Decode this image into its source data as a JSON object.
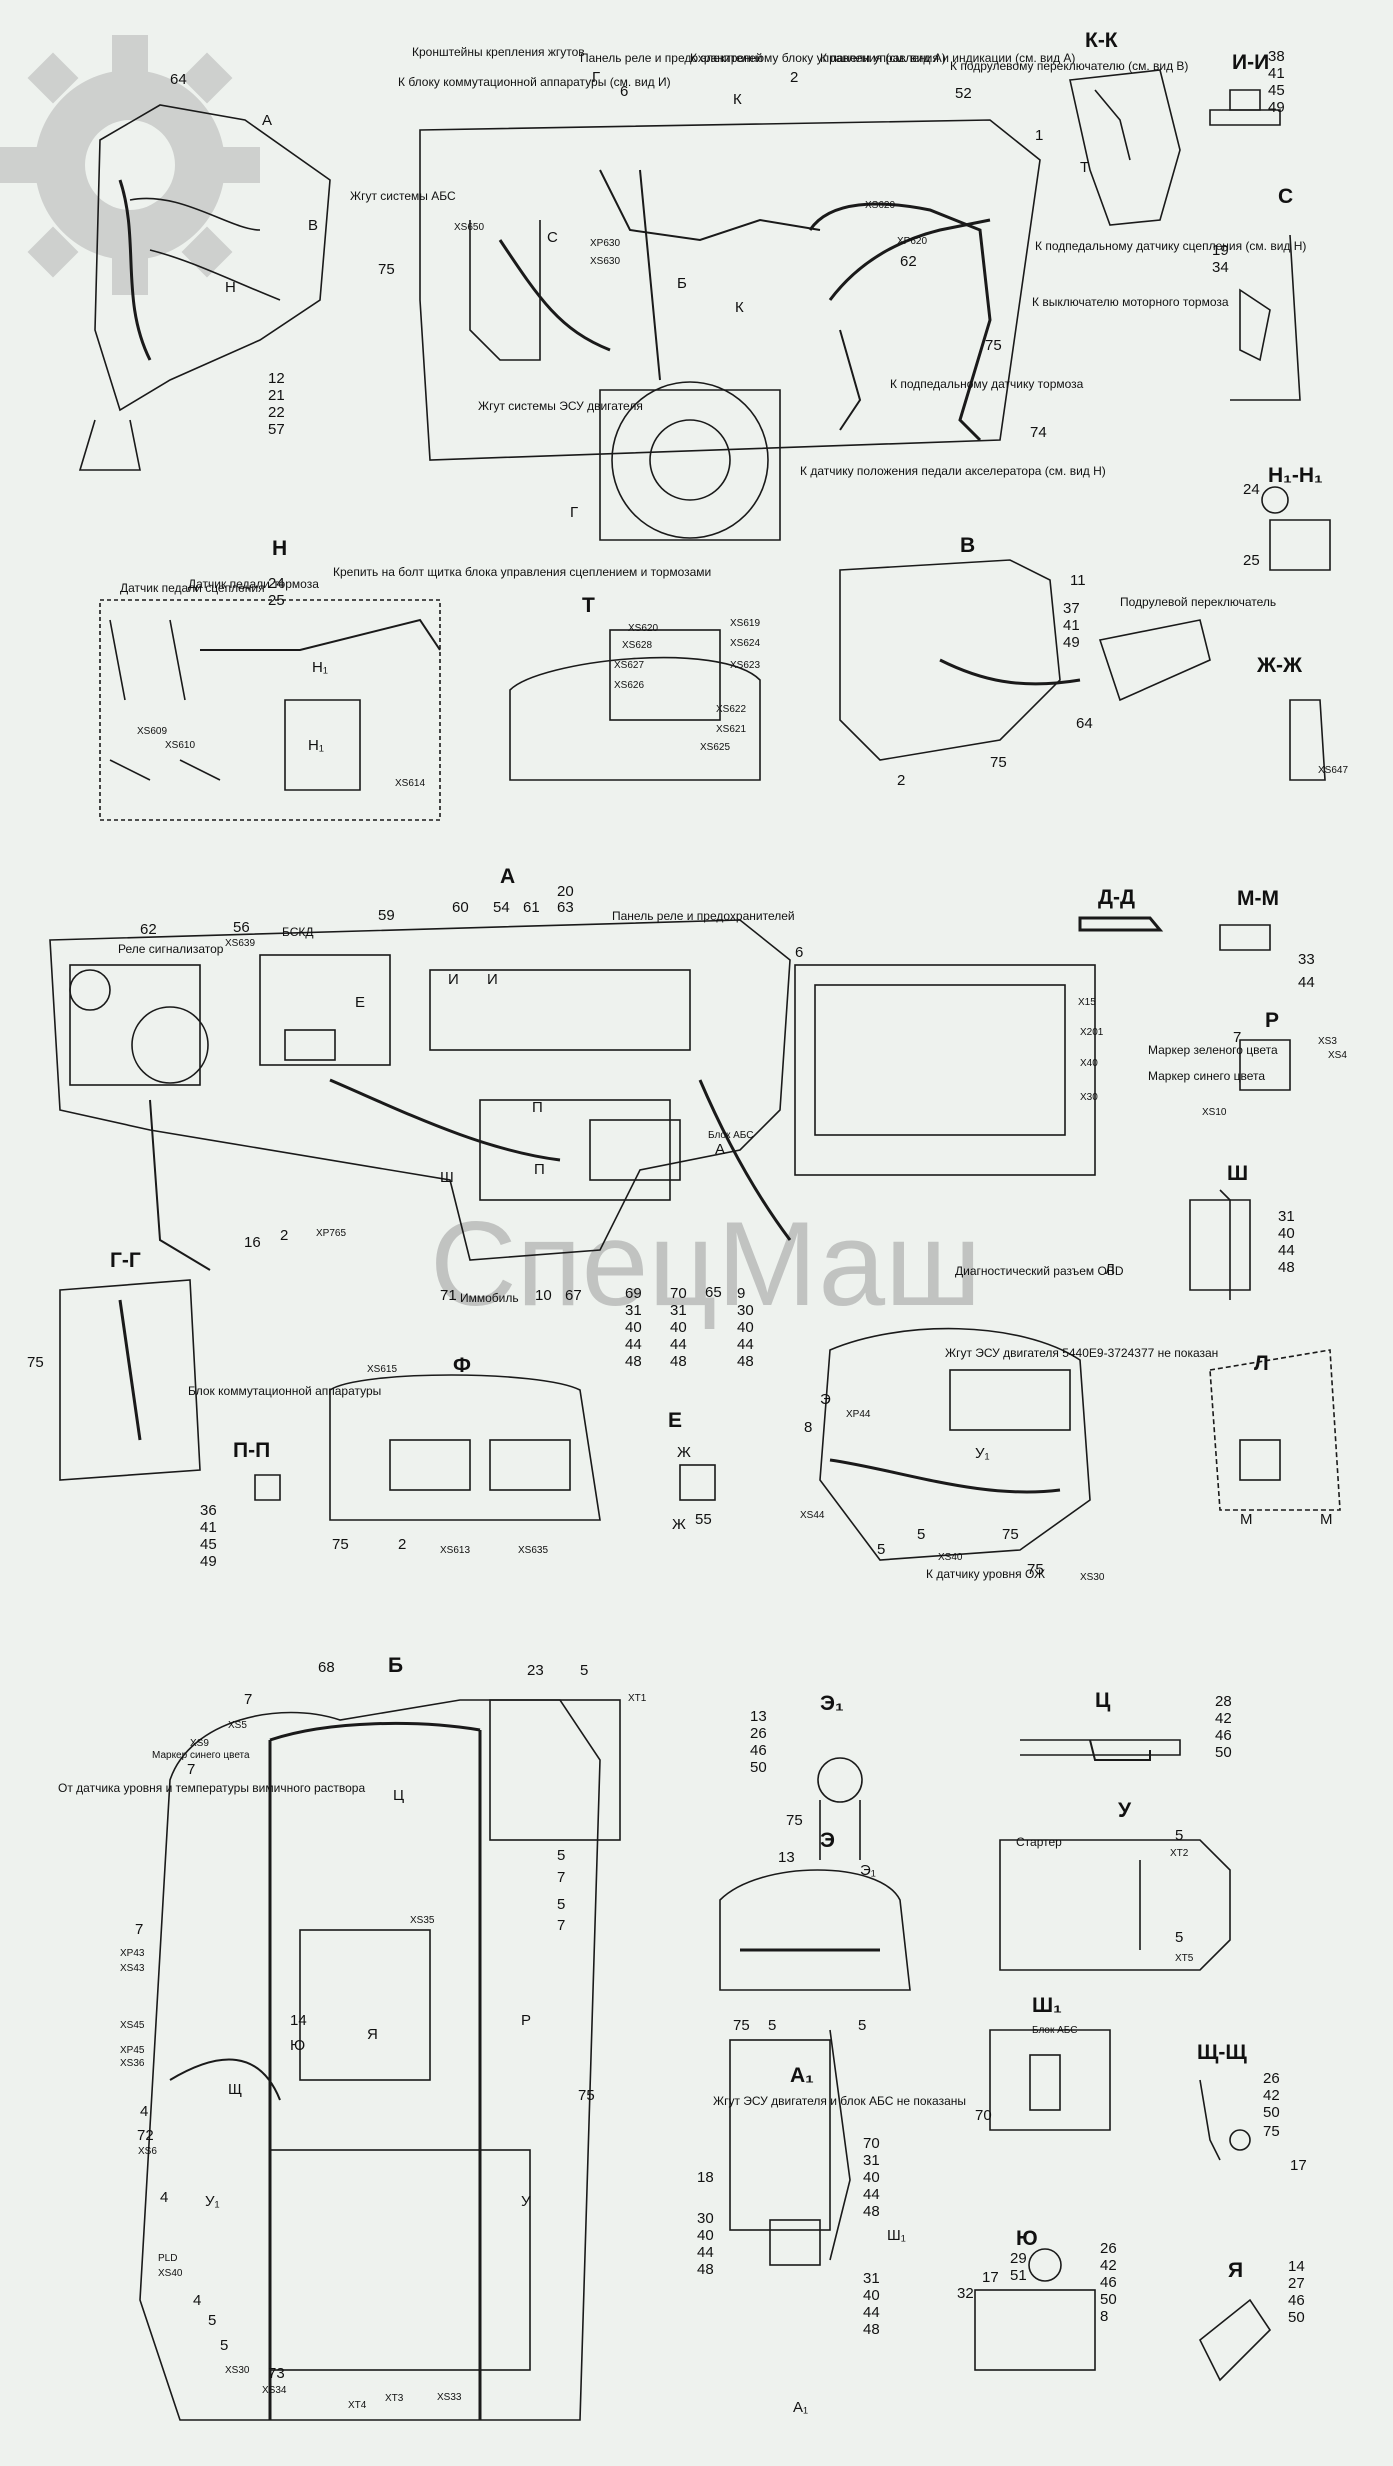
{
  "colors": {
    "background": "#eef2ee",
    "line": "#1a1a1a",
    "fill": "#d9ddd9",
    "watermark": "#8c8c8c"
  },
  "watermark": "СпецМаш",
  "views": {
    "KK": "К-К",
    "II": "И-И",
    "C": "С",
    "H": "Н",
    "T": "Т",
    "V": "В",
    "H1H1": "Н₁-Н₁",
    "ZhZh": "Ж-Ж",
    "A": "А",
    "DD": "Д-Д",
    "MM": "М-М",
    "R": "Р",
    "Sh": "Ш",
    "GG": "Г-Г",
    "F": "Ф",
    "E": "Е",
    "L": "Л",
    "PP": "П-П",
    "B": "Б",
    "E1": "Э₁",
    "E_top": "Э",
    "Ts": "Ц",
    "U": "У",
    "Sh1": "Ш₁",
    "ShchShch": "Щ-Щ",
    "A1": "А₁",
    "Yu": "Ю",
    "Ya": "Я"
  },
  "top_view": {
    "bracket": "Кронштейны крепления жгутов",
    "comm_block": "К блоку коммутационной аппаратуры (см. вид И)",
    "relay_panel": "Панель реле и предохранителей",
    "ecu": "К электронному блоку управления (см. вид А)",
    "control_panel": "К панели управления и индикации (см. вид А)",
    "steering_switch": "К подрулевому переключателю (см. вид В)",
    "clutch_sensor": "К подпедальному датчику сцепления (см. вид Н)",
    "engine_brake": "К выключателю моторного тормоза",
    "brake_sensor": "К подпедальному датчику тормоза",
    "accel_sensor": "К датчику положения педали акселератора (см. вид Н)",
    "abs_harness": "Жгут системы АБС",
    "esu_harness": "Жгут системы ЭСУ двигателя",
    "n6": "6",
    "n2": "2",
    "n52": "52",
    "n1": "1",
    "n62": "62",
    "n75": "75",
    "n75b": "75",
    "n74": "74",
    "n64": "64",
    "g1": "Г",
    "g2": "Г",
    "k1": "К",
    "k2": "К",
    "b": "Б",
    "c": "С",
    "xs650": "XS650",
    "xp630": "XP630",
    "xs630": "XS630",
    "xs620": "XS620",
    "xp620": "XP620"
  },
  "left_view": {
    "a": "А",
    "v": "В",
    "n": "Н",
    "n64": "64",
    "stack": [
      "12",
      "21",
      "22",
      "57"
    ]
  },
  "ii_nums": [
    "38",
    "41",
    "45",
    "49"
  ],
  "c_nums": [
    "19",
    "34"
  ],
  "h1_nums": {
    "n24": "24",
    "n25": "25"
  },
  "h_view": {
    "clutch": "Датчик педали сцепления",
    "brake": "Датчик педали тормоза",
    "fix": "Крепить на болт щитка блока управления сцеплением и тормозами",
    "stack": [
      "24",
      "25"
    ],
    "xs609": "XS609",
    "xs610": "XS610",
    "xs614": "XS614",
    "h1": "Н₁",
    "h1b": "Н₁"
  },
  "t_view": [
    "XS620",
    "XS628",
    "XS627",
    "XS626",
    "XS619",
    "XS624",
    "XS623",
    "XS622",
    "XS621",
    "XS625"
  ],
  "v_view": {
    "label": "Подрулевой переключатель",
    "n11": "11",
    "stack": [
      "37",
      "41",
      "49"
    ],
    "n64": "64",
    "n2": "2",
    "n75": "75"
  },
  "zhzh": {
    "xs647": "XS647"
  },
  "a_view": {
    "relay_alarm": "Реле сигнализатор",
    "bskd": "БСКД",
    "relay_panel": "Панель реле и предохранителей",
    "n62": "62",
    "n56": "56",
    "xs639": "XS639",
    "n59": "59",
    "n60": "60",
    "n54": "54",
    "n61": "61",
    "n20": "20",
    "n63": "63",
    "n6": "6",
    "i1": "И",
    "i2": "И",
    "e": "Е",
    "p1": "П",
    "p2": "П",
    "sh": "Ш",
    "a": "А",
    "xp765": "XP765",
    "n2": "2",
    "n16": "16",
    "n71": "71",
    "immob": "Иммобиль",
    "n10": "10",
    "n67": "67",
    "s1": [
      "69",
      "31",
      "40",
      "44",
      "48"
    ],
    "s2": [
      "70",
      "31",
      "40",
      "44",
      "48"
    ],
    "n65": "65",
    "s3": [
      "9",
      "30",
      "40",
      "44",
      "48"
    ],
    "obd": "Диагностический разъем OBD",
    "l": "Л",
    "blok": "Блок АБС",
    "x15": "X15",
    "x201": "X201",
    "x40": "X40",
    "x30": "X30"
  },
  "mm": {
    "n33": "33",
    "n44": "44"
  },
  "r_view": {
    "n7": "7",
    "xs3": "XS3",
    "xs4": "XS4",
    "green": "Маркер зеленого цвета",
    "blue": "Маркер синего цвета",
    "xs10": "XS10"
  },
  "sh_view": [
    "31",
    "40",
    "44",
    "48"
  ],
  "gg_view": {
    "label": "Блок коммутационной аппаратуры",
    "n75": "75"
  },
  "f_view": {
    "xs615": "XS615",
    "n75": "75",
    "n2": "2",
    "xs613": "XS613",
    "xs635": "XS635"
  },
  "e_view": {
    "zh1": "Ж",
    "zh2": "Ж",
    "n55": "55"
  },
  "l_view": {
    "m1": "М",
    "m2": "М"
  },
  "pp_view": [
    "36",
    "41",
    "45",
    "49"
  ],
  "engine_view": {
    "harness": "Жгут ЭСУ двигателя 5440Е9-3724377 не показан",
    "e": "Э",
    "n8": "8",
    "xp44": "XP44",
    "xs44": "XS44",
    "u1": "У₁",
    "n5": "5",
    "n5b": "5",
    "xs40": "XS40",
    "coolant": "К датчику уровня ОЖ",
    "n75": "75",
    "n75b": "75",
    "xs30": "XS30"
  },
  "b_view": {
    "n68": "68",
    "n23": "23",
    "n5": "5",
    "xt1": "XT1",
    "n7": "7",
    "xs9": "XS9",
    "xs5": "XS5",
    "blue": "Маркер синего цвета",
    "coolant": "От датчика уровня и температуры вимичного раствора",
    "n7b": "7",
    "n7c": "7",
    "ts": "Ц",
    "xp43": "XP43",
    "xs43": "XS43",
    "xs45": "XS45",
    "xp45": "XP45",
    "xs36": "XS36",
    "n14": "14",
    "ya": "Я",
    "yu": "Ю",
    "shch": "Щ",
    "n5b": "5",
    "n7d": "7",
    "n5c": "5",
    "n7e": "7",
    "r": "Р",
    "n75": "75",
    "n4": "4",
    "n72": "72",
    "xs6": "XS6",
    "u1": "У₁",
    "u": "У",
    "n4b": "4",
    "pld": "PLD",
    "xs40": "XS40",
    "n4c": "4",
    "n5d": "5",
    "n5e": "5",
    "xs30": "XS30",
    "n73": "73",
    "xs34": "XS34",
    "xt4": "XT4",
    "xt3": "XT3",
    "xs33": "XS33",
    "xs35": "XS35"
  },
  "e1": [
    "13",
    "26",
    "46",
    "50"
  ],
  "e1_n75": "75",
  "e_view2": {
    "n13": "13",
    "e1": "Э₁",
    "n75": "75",
    "n5": "5",
    "n5b": "5"
  },
  "ts_view": [
    "28",
    "42",
    "46",
    "50"
  ],
  "u_view": {
    "starter": "Стартер",
    "n5": "5",
    "xt2": "XT2",
    "n5b": "5",
    "xt5": "XT5"
  },
  "a1_view": {
    "note": "Жгут ЭСУ двигателя и блок АБС не показаны",
    "s1": [
      "70",
      "31",
      "40",
      "44",
      "48"
    ],
    "n18": "18",
    "s2": [
      "30",
      "40",
      "44",
      "48"
    ],
    "s3": [
      "31",
      "40",
      "44",
      "48"
    ],
    "sh1": "Ш₁",
    "a1": "А₁"
  },
  "sh1_view": {
    "blok": "Блок АБС",
    "n70": "70"
  },
  "shch": {
    "stack": [
      "26",
      "42",
      "50"
    ],
    "n75": "75",
    "n17": "17"
  },
  "yu_view": {
    "s1": [
      "29",
      "51"
    ],
    "s2": [
      "26",
      "42",
      "46",
      "50",
      "8"
    ],
    "n17": "17",
    "n32": "32"
  },
  "ya_view": [
    "14",
    "27",
    "46",
    "50"
  ]
}
